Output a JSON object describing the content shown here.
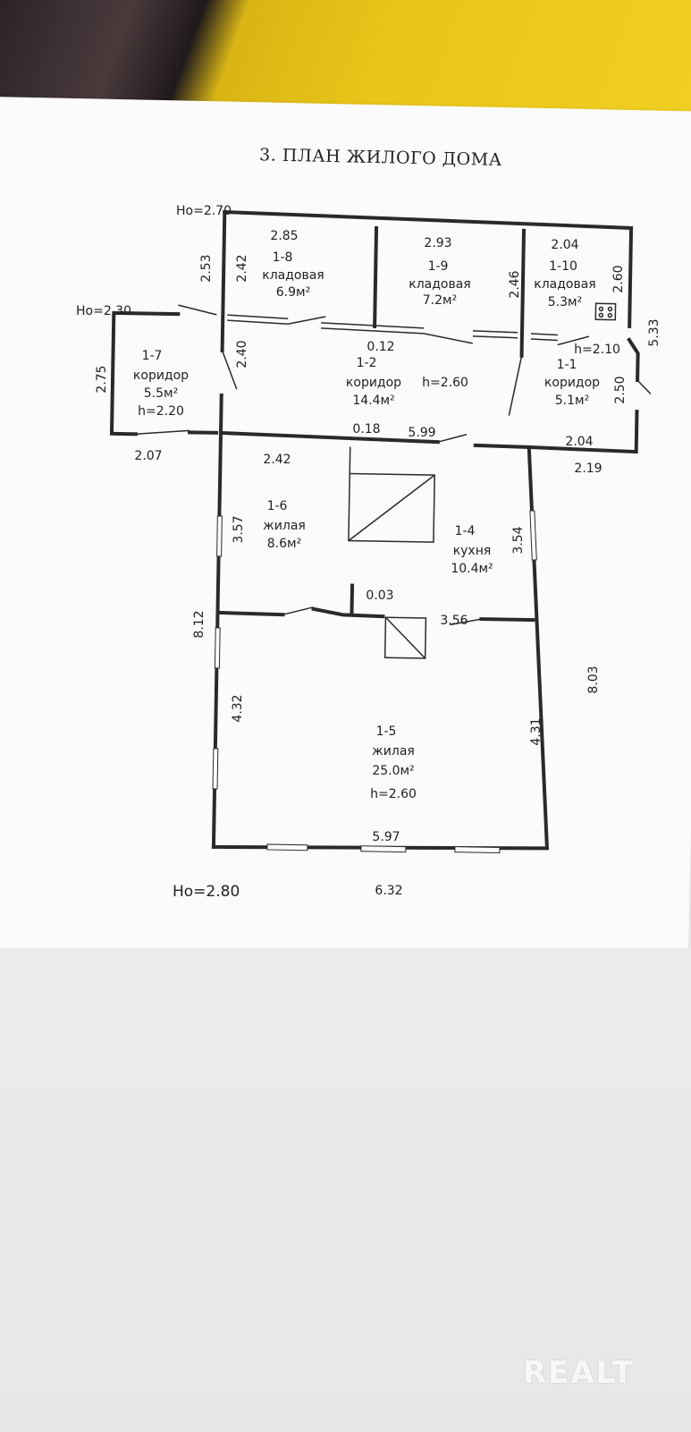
{
  "title": "3. ПЛАН ЖИЛОГО ДОМА",
  "watermark": "REALT",
  "rooms": [
    {
      "id": "1-8",
      "name": "кладовая",
      "area": "6.9м²"
    },
    {
      "id": "1-9",
      "name": "кладовая",
      "area": "7.2м²"
    },
    {
      "id": "1-10",
      "name": "кладовая",
      "area": "5.3м²"
    },
    {
      "id": "1-7",
      "name": "коридор",
      "area": "5.5м²",
      "height": "h=2.20"
    },
    {
      "id": "1-2",
      "name": "коридор",
      "area": "14.4м²",
      "height": "h=2.60"
    },
    {
      "id": "1-1",
      "name": "коридор",
      "area": "5.1м²",
      "height": "h=2.10"
    },
    {
      "id": "1-6",
      "name": "жилая",
      "area": "8.6м²"
    },
    {
      "id": "1-4",
      "name": "кухня",
      "area": "10.4м²"
    },
    {
      "id": "1-5",
      "name": "жилая",
      "area": "25.0м²",
      "height": "h=2.60"
    }
  ],
  "levels": [
    "Ho=2.70",
    "Ho=2.30",
    "Ho=2.80"
  ],
  "dimensions": [
    "2.85",
    "2.93",
    "2.04",
    "2.53",
    "2.42",
    "2.46",
    "2.60",
    "5.33",
    "0.12",
    "2.40",
    "2.75",
    "2.50",
    "0.18",
    "5.99",
    "2.42",
    "2.04",
    "2.07",
    "2.19",
    "3.57",
    "3.54",
    "0.03",
    "3.56",
    "8.12",
    "8.03",
    "4.32",
    "4.31",
    "5.97",
    "6.32"
  ]
}
